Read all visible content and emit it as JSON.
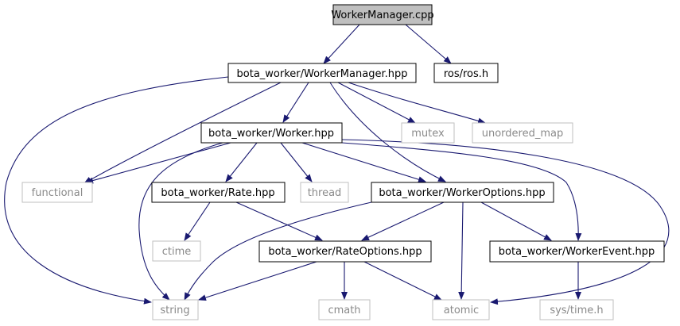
{
  "colors": {
    "edge": "#191970",
    "root_fill": "#bfbfbf",
    "root_border": "#000000",
    "local_border": "#000000",
    "system_border": "#bfbfbf",
    "system_text": "#8a8a8a",
    "text": "#000000"
  },
  "nodes": [
    {
      "id": "n0",
      "label": "WorkerManager.cpp",
      "kind": "root"
    },
    {
      "id": "n1",
      "label": "bota_worker/WorkerManager.hpp",
      "kind": "local"
    },
    {
      "id": "n2",
      "label": "ros/ros.h",
      "kind": "local"
    },
    {
      "id": "n3",
      "label": "bota_worker/Worker.hpp",
      "kind": "local"
    },
    {
      "id": "n4",
      "label": "mutex",
      "kind": "system"
    },
    {
      "id": "n5",
      "label": "unordered_map",
      "kind": "system"
    },
    {
      "id": "n6",
      "label": "functional",
      "kind": "system"
    },
    {
      "id": "n7",
      "label": "bota_worker/Rate.hpp",
      "kind": "local"
    },
    {
      "id": "n8",
      "label": "thread",
      "kind": "system"
    },
    {
      "id": "n9",
      "label": "bota_worker/WorkerOptions.hpp",
      "kind": "local"
    },
    {
      "id": "n10",
      "label": "ctime",
      "kind": "system"
    },
    {
      "id": "n11",
      "label": "bota_worker/RateOptions.hpp",
      "kind": "local"
    },
    {
      "id": "n12",
      "label": "bota_worker/WorkerEvent.hpp",
      "kind": "local"
    },
    {
      "id": "n13",
      "label": "string",
      "kind": "system"
    },
    {
      "id": "n14",
      "label": "cmath",
      "kind": "system"
    },
    {
      "id": "n15",
      "label": "atomic",
      "kind": "system"
    },
    {
      "id": "n16",
      "label": "sys/time.h",
      "kind": "system"
    }
  ],
  "edges": [
    {
      "from": "n0",
      "to": "n1"
    },
    {
      "from": "n0",
      "to": "n2"
    },
    {
      "from": "n1",
      "to": "n13"
    },
    {
      "from": "n1",
      "to": "n6"
    },
    {
      "from": "n1",
      "to": "n3"
    },
    {
      "from": "n1",
      "to": "n9"
    },
    {
      "from": "n1",
      "to": "n4"
    },
    {
      "from": "n1",
      "to": "n5"
    },
    {
      "from": "n3",
      "to": "n6"
    },
    {
      "from": "n3",
      "to": "n13"
    },
    {
      "from": "n3",
      "to": "n7"
    },
    {
      "from": "n3",
      "to": "n8"
    },
    {
      "from": "n3",
      "to": "n9"
    },
    {
      "from": "n3",
      "to": "n12"
    },
    {
      "from": "n3",
      "to": "n15"
    },
    {
      "from": "n7",
      "to": "n10"
    },
    {
      "from": "n7",
      "to": "n11"
    },
    {
      "from": "n9",
      "to": "n13"
    },
    {
      "from": "n9",
      "to": "n11"
    },
    {
      "from": "n9",
      "to": "n15"
    },
    {
      "from": "n9",
      "to": "n12"
    },
    {
      "from": "n11",
      "to": "n13"
    },
    {
      "from": "n11",
      "to": "n14"
    },
    {
      "from": "n11",
      "to": "n15"
    },
    {
      "from": "n12",
      "to": "n16"
    }
  ]
}
